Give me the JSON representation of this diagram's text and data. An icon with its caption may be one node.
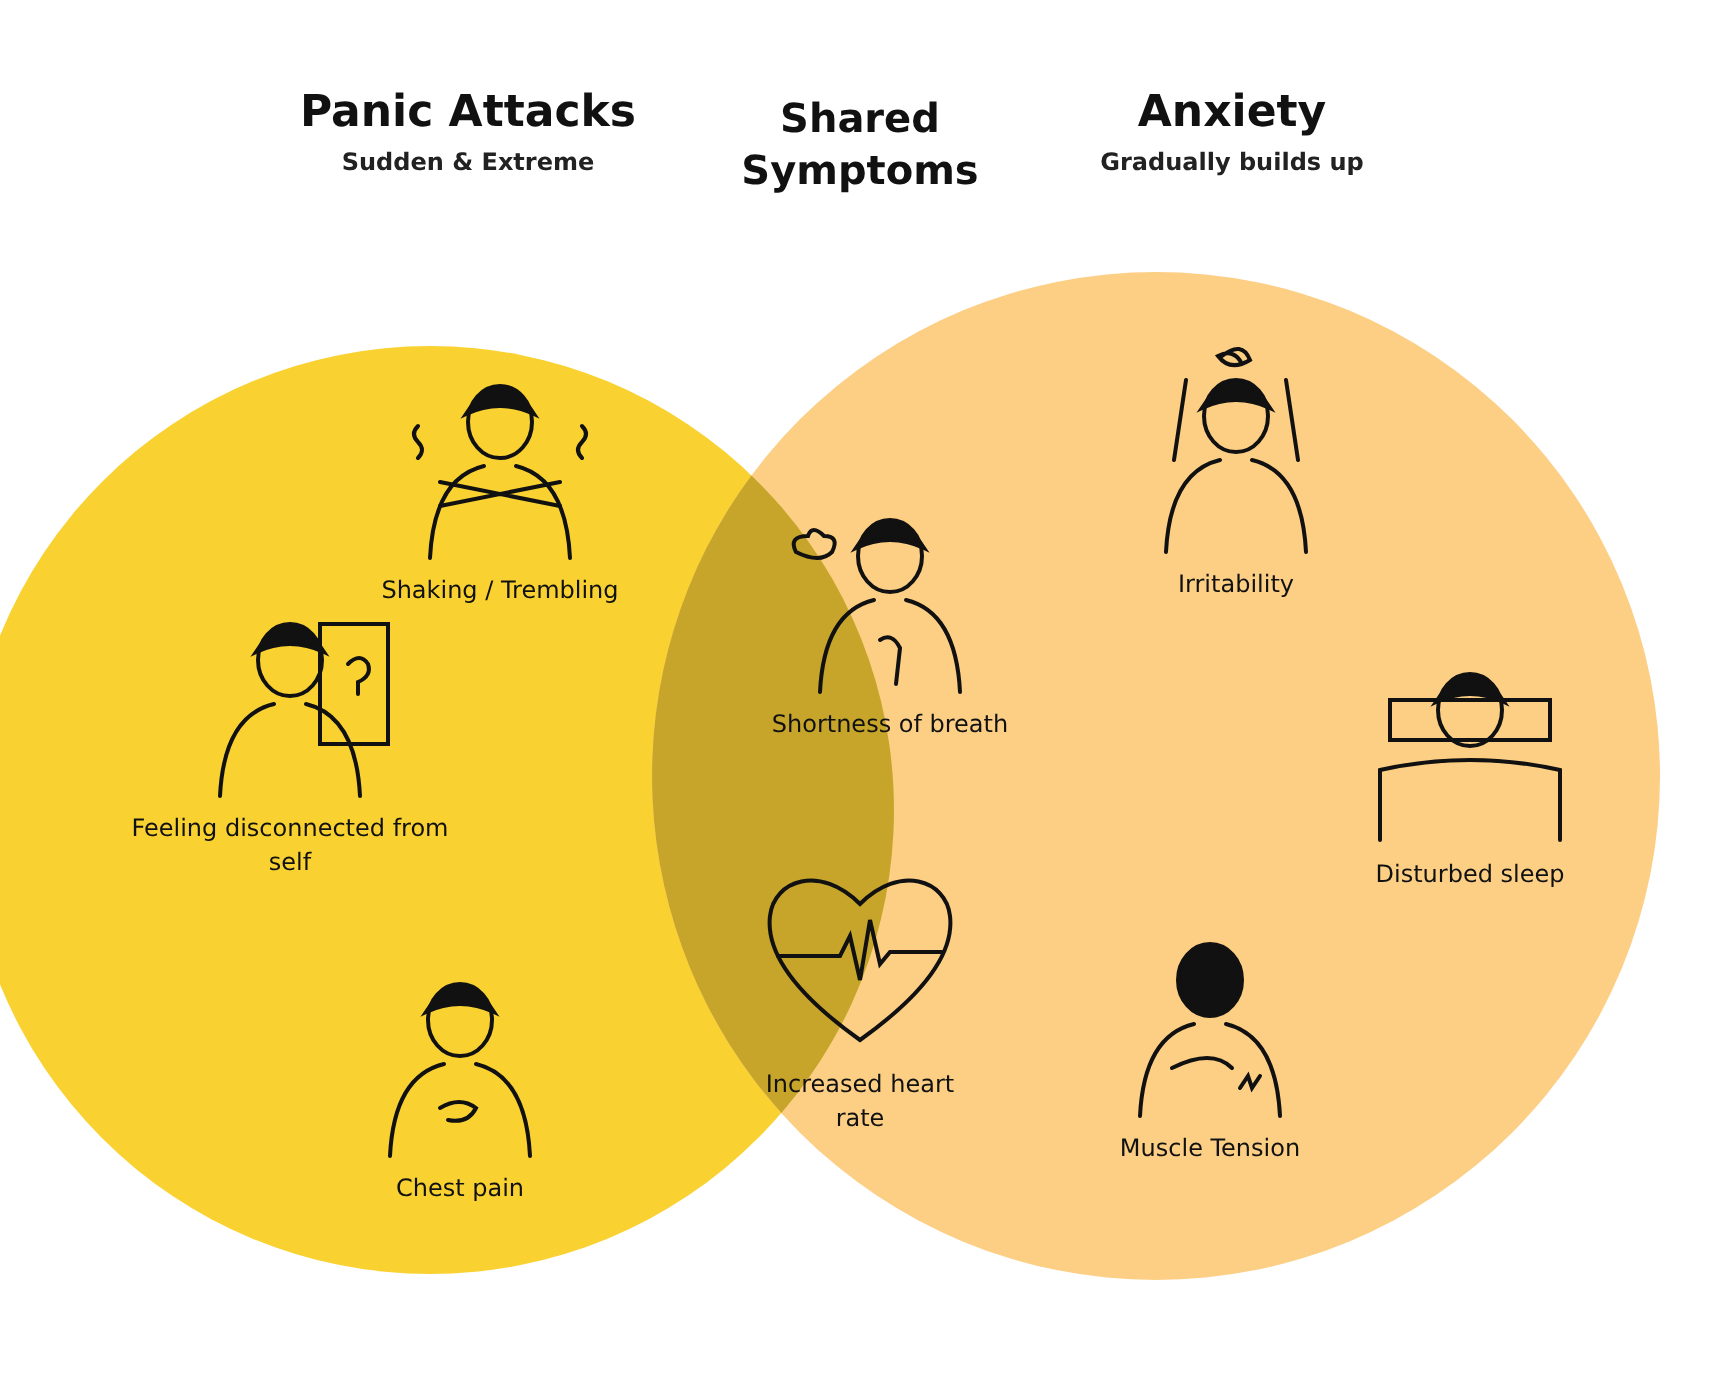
{
  "diagram": {
    "nodes": [
      {
        "text": [
          "Panic Attacks",
          "Sudden & Extreme"
        ]
      },
      {
        "text": [
          "Anxiety",
          "Gradually builds up"
        ]
      },
      {
        "text": [],
        "shape": "lens"
      },
      {
        "text": [
          "Shaking / Trembling"
        ],
        "in": 0
      },
      {
        "text": [
          "Feeling disconnected from self"
        ],
        "in": 0
      },
      {
        "text": [
          "Chest pain"
        ],
        "in": 0
      },
      {
        "text": [
          "Shortness of breath"
        ]
      },
      {
        "text": [
          "Increased heart rate"
        ]
      },
      {
        "text": [
          "Irritability"
        ],
        "in": 1
      },
      {
        "text": [
          "Disturbed sleep"
        ],
        "in": 1
      },
      {
        "text": [
          "Muscle Tension"
        ],
        "in": 1
      }
    ],
    "edges": [],
    "labels": [
      "Shared Symptoms"
    ]
  }
}
